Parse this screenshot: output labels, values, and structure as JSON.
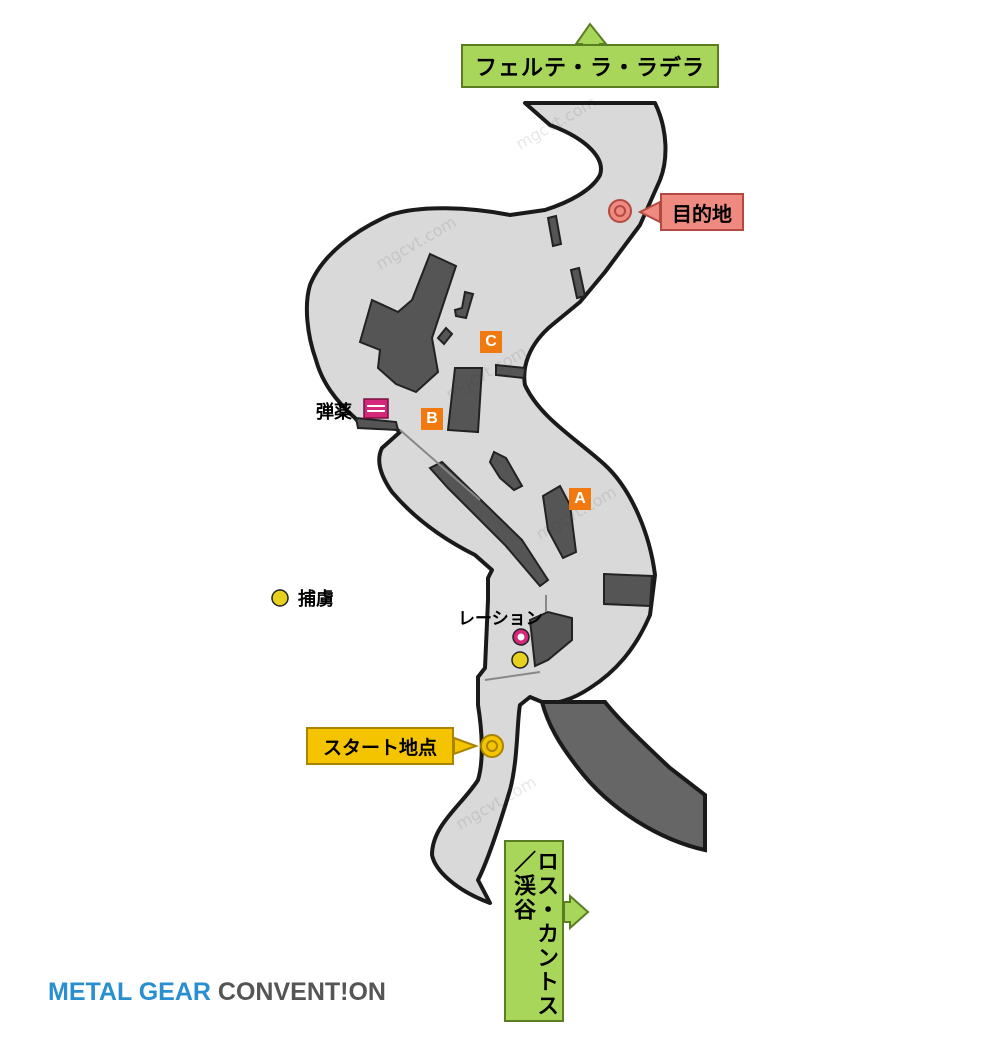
{
  "labels": {
    "exit_north": "フェルテ・ラ・ラデラ",
    "exit_south": "ロス・カントス／渓谷",
    "goal": "目的地",
    "start": "スタート地点",
    "ammo": "弾薬",
    "prisoner": "捕虜",
    "ration": "レーション"
  },
  "markers": {
    "a": "A",
    "b": "B",
    "c": "C"
  },
  "watermark": "mgcvt.com",
  "logo": {
    "part1": "METAL GEAR ",
    "part2": "CONVENT!ON"
  },
  "colors": {
    "path_fill": "#d9d9d9",
    "path_outline": "#1a1a1a",
    "obstacle": "#555555",
    "exit_green": "#a8d65a",
    "goal_red": "#ee8a80",
    "start_yellow": "#f5c400",
    "marker_orange": "#f07a10",
    "ammo_magenta": "#d6287a",
    "prisoner_yellow": "#e6d21e",
    "logo_blue": "#2a8fd0",
    "logo_gray": "#555555"
  },
  "icons": {
    "goal": "target-ring-icon",
    "start": "target-ring-icon",
    "ammo": "ammo-box-icon",
    "ration": "ration-dot-icon",
    "prisoner": "prisoner-dot-icon"
  }
}
